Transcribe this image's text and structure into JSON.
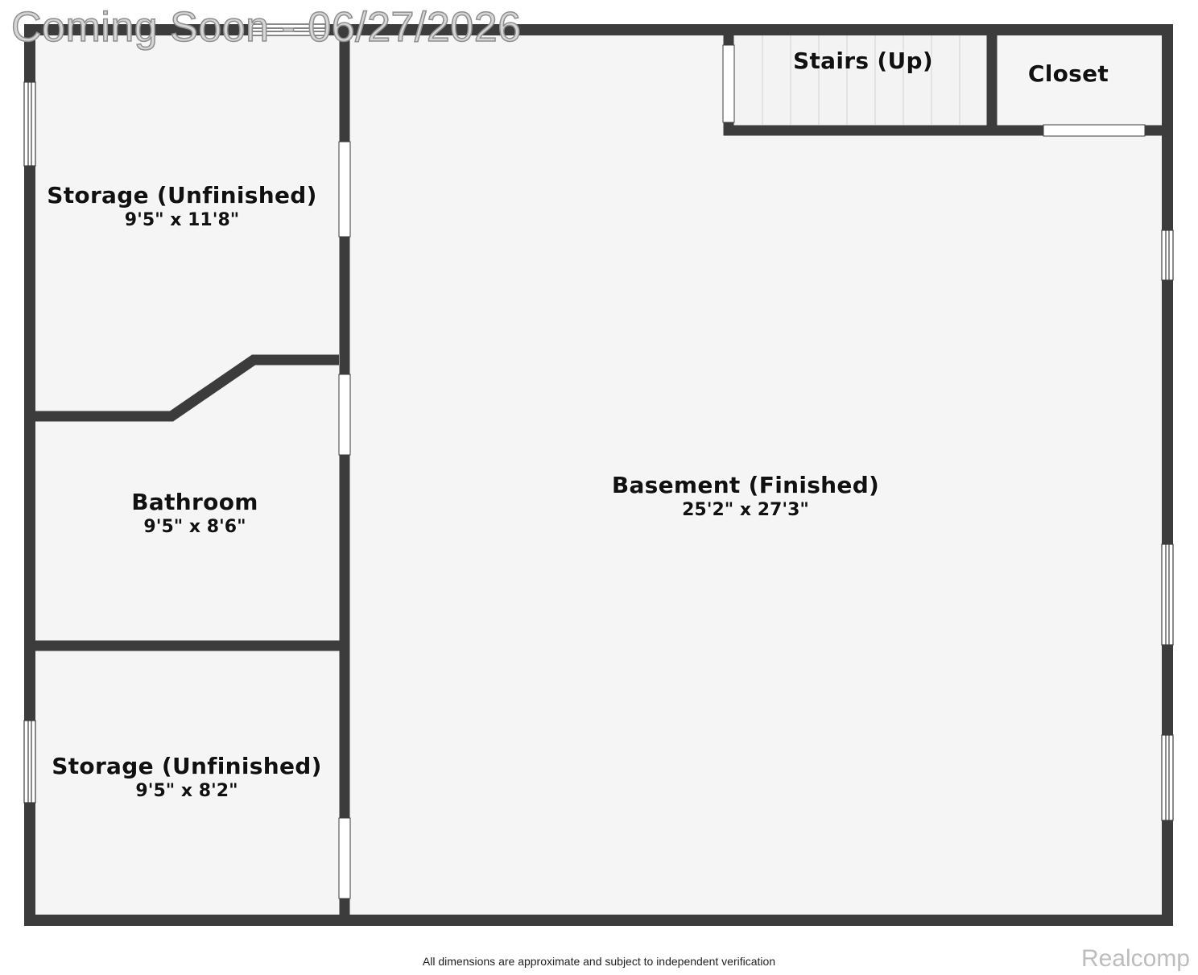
{
  "watermark": "Coming Soon - 06/27/2026",
  "rooms": {
    "storage_top": {
      "name": "Storage (Unfinished)",
      "dims": "9'5\" x 11'8\""
    },
    "bathroom": {
      "name": "Bathroom",
      "dims": "9'5\" x 8'6\""
    },
    "storage_bottom": {
      "name": "Storage (Unfinished)",
      "dims": "9'5\" x 8'2\""
    },
    "basement": {
      "name": "Basement (Finished)",
      "dims": "25'2\" x 27'3\""
    },
    "stairs": {
      "name": "Stairs (Up)"
    },
    "closet": {
      "name": "Closet"
    }
  },
  "footer": {
    "disclaimer": "All dimensions are approximate and subject to independent verification",
    "brand": "Realcomp"
  },
  "colors": {
    "wall": "#3c3c3c",
    "floor": "#f5f5f5",
    "window": "#ffffff"
  }
}
